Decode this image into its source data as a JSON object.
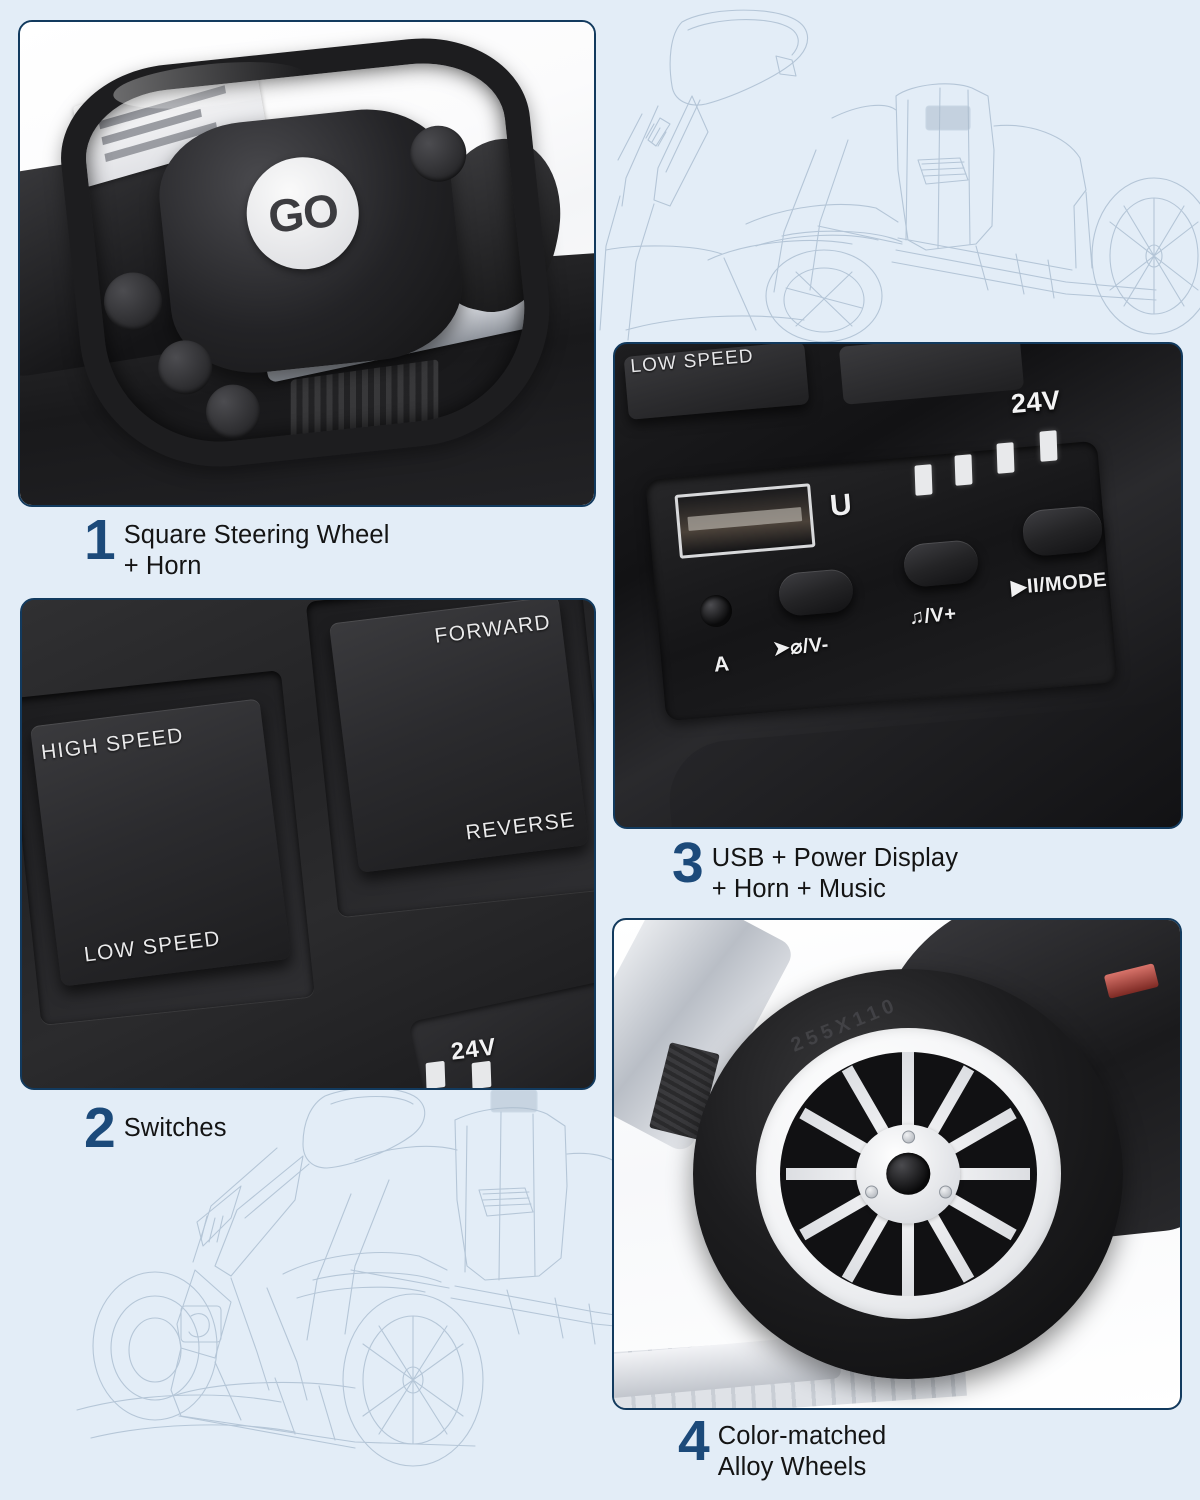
{
  "page": {
    "background_color": "#e3edf7",
    "accent_navy": "#1c4a7a",
    "panel_border_color": "#123a5e",
    "caption_text_color": "#141414"
  },
  "features": [
    {
      "number": "1",
      "title": "Square Steering Wheel\n+ Horn",
      "panel_name": "steering-wheel-photo",
      "photo_labels": {
        "hub_logo": "GO"
      }
    },
    {
      "number": "2",
      "title": "Switches",
      "panel_name": "switches-photo",
      "photo_labels": {
        "speed_switch_top": "HIGH SPEED",
        "speed_switch_bottom": "LOW SPEED",
        "direction_switch_top": "FORWARD",
        "direction_switch_bottom": "REVERSE",
        "voltage": "24V"
      }
    },
    {
      "number": "3",
      "title": "USB + Power Display\n+ Horn + Music",
      "panel_name": "usb-power-display-photo",
      "photo_labels": {
        "top_switch": "LOW SPEED",
        "usb_label": "U",
        "aux_label": "A",
        "button_horn": "➤⌀/V-",
        "button_music": "♫/V+",
        "button_mode": "▶II/MODE",
        "voltage": "24V"
      }
    },
    {
      "number": "4",
      "title": "Color-matched\nAlloy Wheels",
      "panel_name": "alloy-wheel-photo",
      "photo_labels": {
        "tire_size": "255X110"
      }
    }
  ]
}
